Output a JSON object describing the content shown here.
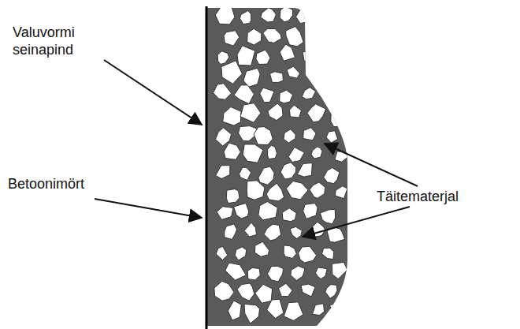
{
  "diagram": {
    "labels": [
      "Valuvormi seinapind",
      "Betoonimört",
      "Täitematerjal"
    ]
  }
}
